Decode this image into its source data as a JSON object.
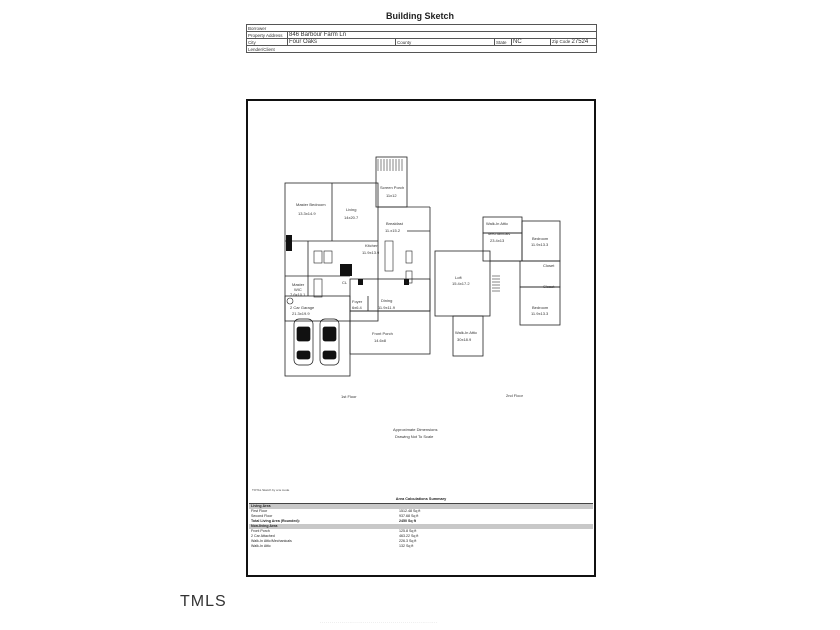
{
  "sheet_title": "Building Sketch",
  "header": {
    "borrower_label": "Borrower",
    "property_address_label": "Property Address",
    "property_address": "846 Barbour Farm Ln",
    "city_label": "City",
    "city": "Four Oaks",
    "county_label": "County",
    "state_label": "State",
    "state": "NC",
    "zip_label": "Zip Code",
    "zip": "27524",
    "lender_label": "Lender/Client"
  },
  "first_floor": {
    "caption": "1st Floor",
    "rooms": {
      "master_bedroom": "Master Bedroom",
      "master_bedroom_dim": "13.3x14.9",
      "living": "Living",
      "living_dim": "14x20.7",
      "screen_porch": "Screen Porch",
      "screen_porch_dim": "11x12",
      "breakfast": "Breakfast",
      "breakfast_dim": "11.x15.2",
      "kitchen": "Kitchen",
      "kitchen_dim": "11.9x13.9",
      "master_wic": "Master",
      "master_wic2": "WIC",
      "master_wic_dim": "7.6x10.1",
      "garage": "2 Car Garage",
      "garage_dim": "21.3x19.9",
      "foyer": "Foyer",
      "foyer_dim": "6x6.4",
      "dining": "Dining",
      "dining_dim": "11.9x11.9",
      "front_porch": "Front Porch",
      "front_porch_dim": "14.6x8",
      "cl": "CL"
    }
  },
  "second_floor": {
    "caption": "2nd Floor",
    "rooms": {
      "walk_in_attic_top": "Walk-In Attic",
      "mechanicals": "Mechanicals",
      "mechanicals_dim": "23.4x13",
      "bedroom_1": "Bedroom",
      "bedroom_1_dim": "11.9x13.3",
      "closet": "Closet",
      "closet_2": "Closet",
      "loft": "Loft",
      "loft_dim": "15.4x17.2",
      "bedroom_2": "Bedroom",
      "bedroom_2_dim": "11.9x13.3",
      "walk_in_attic_bottom": "Walk-In Attic",
      "walk_in_attic_bottom_dim": "30x18.9"
    }
  },
  "notes": {
    "approx": "Approximate Dimensions",
    "not_to_scale": "Drawing Not To Scale",
    "tote": "TOTAL Sketch by a la mode"
  },
  "summary": {
    "title": "Area Calculations Summary",
    "living_header": "Living Area",
    "living_rows": [
      {
        "label": "First Floor",
        "value": "1512.48 Sq ft"
      },
      {
        "label": "Second Floor",
        "value": "937.68 Sq ft"
      }
    ],
    "total_label": "Total Living Area (Rounded):",
    "total_value": "2450 Sq ft",
    "non_living_header": "Non-living Area",
    "non_living_rows": [
      {
        "label": "Front Porch",
        "value": "125.8 Sq ft"
      },
      {
        "label": "2 Car Attached",
        "value": "463.22 Sq ft"
      },
      {
        "label": "Walk-In Attic/Mechanicals",
        "value": "226.3 Sq ft"
      },
      {
        "label": "Walk-In Attic",
        "value": "132 Sq ft"
      }
    ]
  },
  "logo_text": "TMLS",
  "footer_text": "............................................................"
}
